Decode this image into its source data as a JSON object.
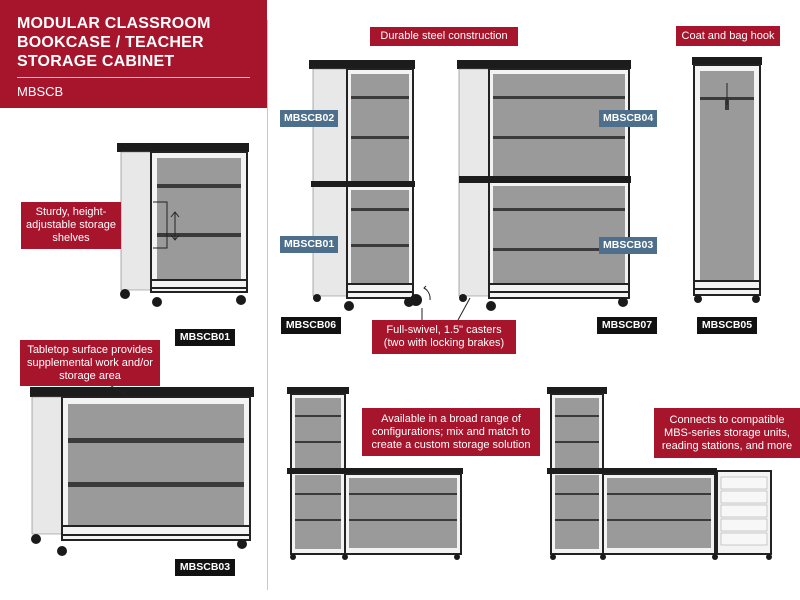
{
  "title": {
    "lines": [
      "MODULAR CLASSROOM",
      "BOOKCASE / TEACHER",
      "STORAGE CABINET"
    ],
    "model": "MBSCB"
  },
  "callouts": {
    "shelves": "Sturdy, height-adjustable storage shelves",
    "steel": "Durable steel construction",
    "hook": "Coat and bag hook",
    "tabletop": "Tabletop surface provides supplemental work and/or storage area",
    "casters": "Full-swivel, 1.5\" casters (two with locking brakes)",
    "configurations": "Available in a broad range of configurations; mix and match to create a custom storage solution",
    "connects": "Connects to compatible MBS-series storage units, reading stations, and more"
  },
  "tags": {
    "mbscb01_small": "MBSCB01",
    "mbscb03_large": "MBSCB03",
    "mbscb02": "MBSCB02",
    "mbscb01_stack": "MBSCB01",
    "mbscb06": "MBSCB06",
    "mbscb04": "MBSCB04",
    "mbscb03_stack": "MBSCB03",
    "mbscb07": "MBSCB07",
    "mbscb05": "MBSCB05"
  },
  "colors": {
    "brand_red": "#a6152c",
    "tag_blue": "#4e6f8b",
    "tag_black": "#111111"
  }
}
